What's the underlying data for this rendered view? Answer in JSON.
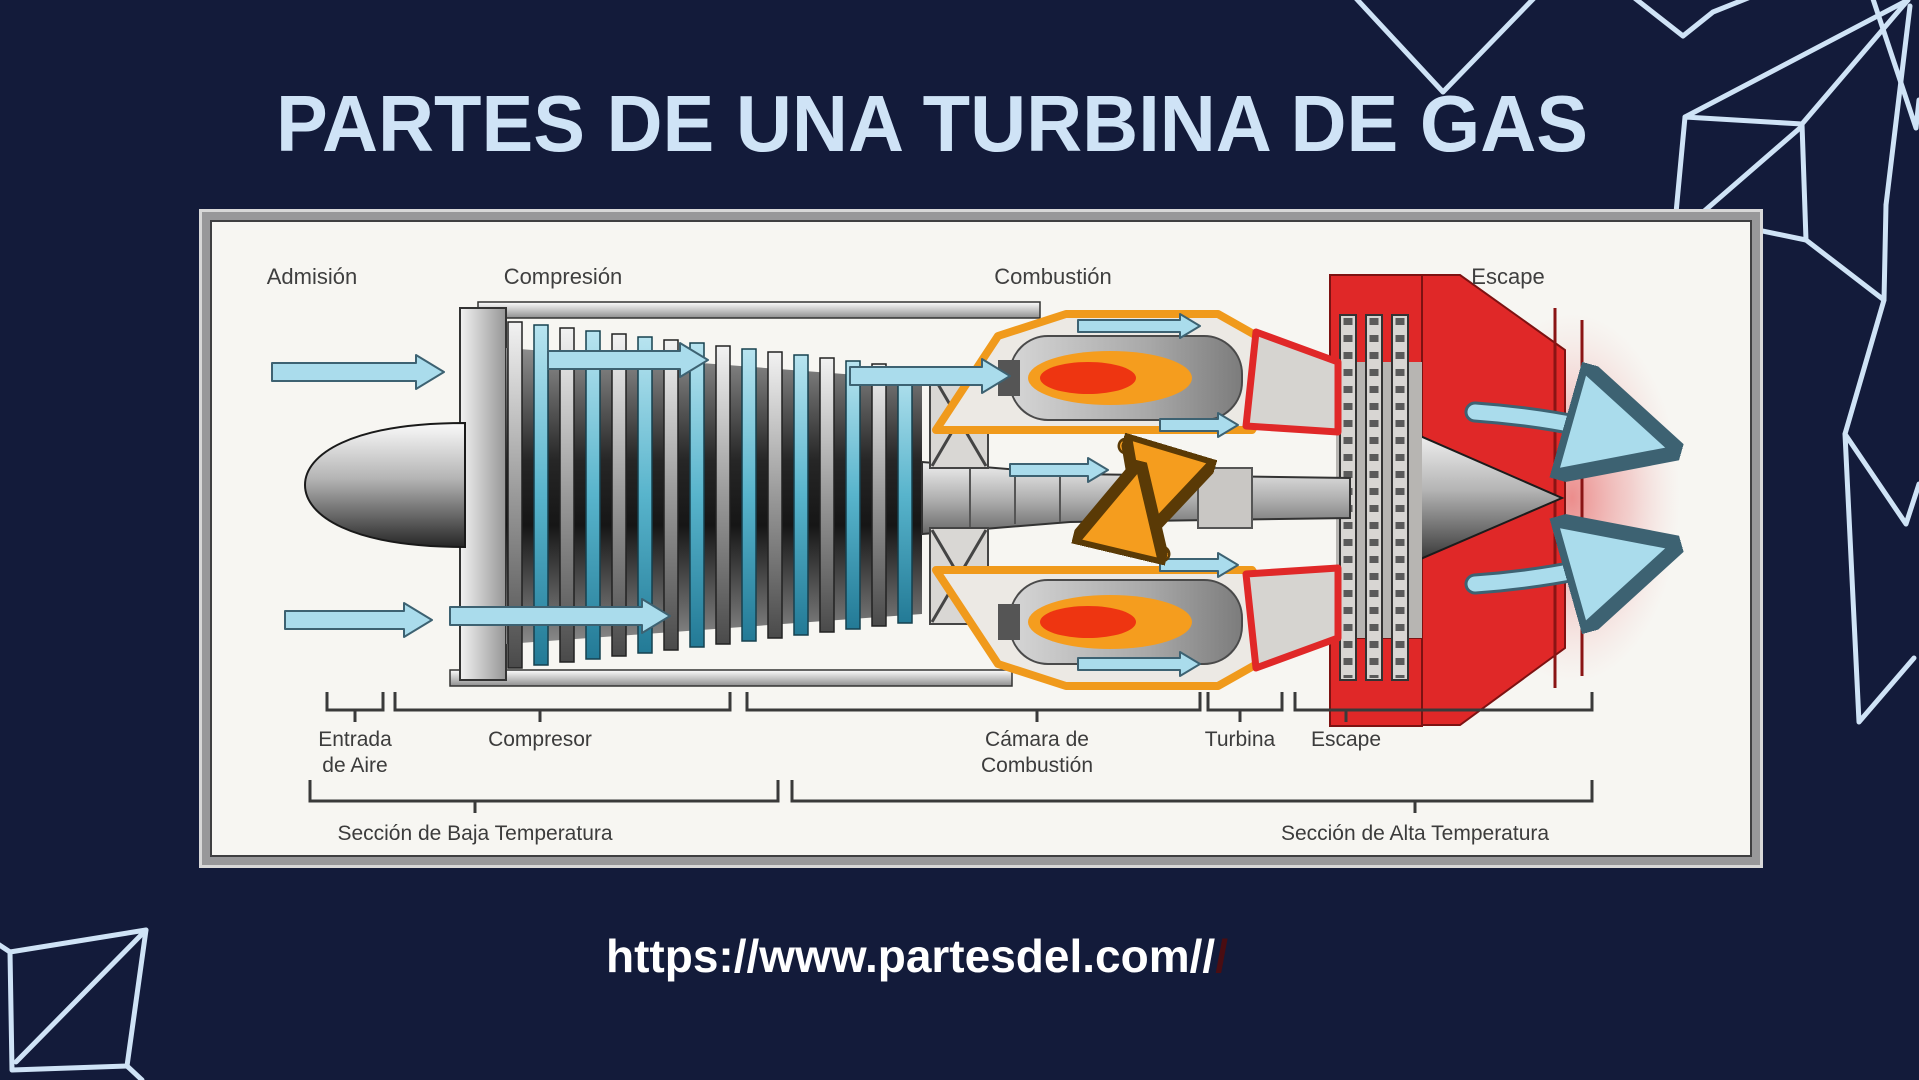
{
  "header": {
    "title": "PARTES DE UNA TURBINA DE GAS"
  },
  "footer": {
    "url_text": "https://www.partesdel.com//",
    "url_tail": "/"
  },
  "diagram": {
    "flow_labels": {
      "admision": "Admisión",
      "compresion": "Compresión",
      "combustion": "Combustión",
      "escape": "Escape"
    },
    "part_labels": {
      "entrada_1": "Entrada",
      "entrada_2": "de Aire",
      "compresor": "Compresor",
      "camara_1": "Cámara de",
      "camara_2": "Combustión",
      "turbina": "Turbina",
      "escape": "Escape"
    },
    "section_labels": {
      "baja": "Sección de Baja Temperatura",
      "alta": "Sección de Alta Temperatura"
    }
  },
  "colors": {
    "background": "#131b3a",
    "title_text": "#cfe3f6",
    "accent_lines": "#cfe3f6",
    "panel_bg": "#f7f6f2",
    "flow_blue": "#aadcec",
    "flame_orange": "#f59d1e",
    "flame_red": "#ee3511",
    "exhaust_red": "#e02828",
    "label_gray": "#3c3c3c",
    "url_white": "#ffffff",
    "url_tail_dark": "#4a0d12"
  }
}
